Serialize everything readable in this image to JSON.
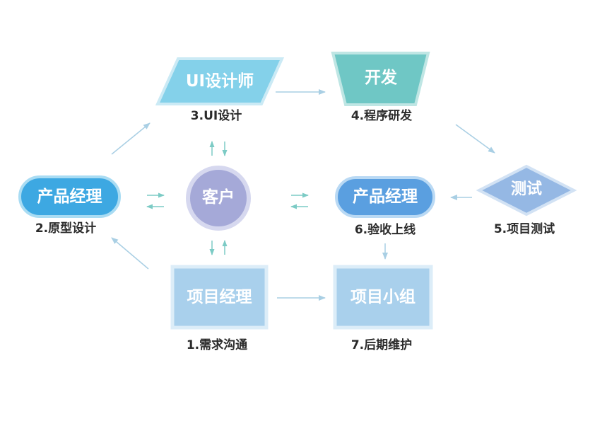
{
  "colors": {
    "arrow": "#a9cfe4",
    "teal_arrow": "#7ccbc5",
    "caption": "#2b2b2b"
  },
  "nodes": {
    "ui_designer": {
      "label": "UI设计师",
      "caption": "3.UI设计",
      "fill": "#84d1ea",
      "border": "#cbeaf5"
    },
    "dev": {
      "label": "开发",
      "caption": "4.程序研发",
      "fill": "#6fc7c5",
      "border": "#bfe6e4"
    },
    "pm_left": {
      "label": "产品经理",
      "caption": "2.原型设计",
      "fill": "#3da8e2",
      "border": "#a9dcf3"
    },
    "client": {
      "label": "客户",
      "fill": "#a5a9d8",
      "border": "#d6d8ef"
    },
    "pm_mid": {
      "label": "产品经理",
      "caption": "6.验收上线",
      "fill": "#5a9fe0",
      "border": "#b9d9f4"
    },
    "test": {
      "label": "测试",
      "caption": "5.项目测试",
      "fill": "#95b8e4",
      "border": "#d2e2f4"
    },
    "project_manager": {
      "label": "项目经理",
      "caption": "1.需求沟通",
      "fill": "#a9d0ec",
      "border": "#dcedf8"
    },
    "project_team": {
      "label": "项目小组",
      "caption": "7.后期维护",
      "fill": "#a9d0ec",
      "border": "#dcedf8"
    }
  }
}
